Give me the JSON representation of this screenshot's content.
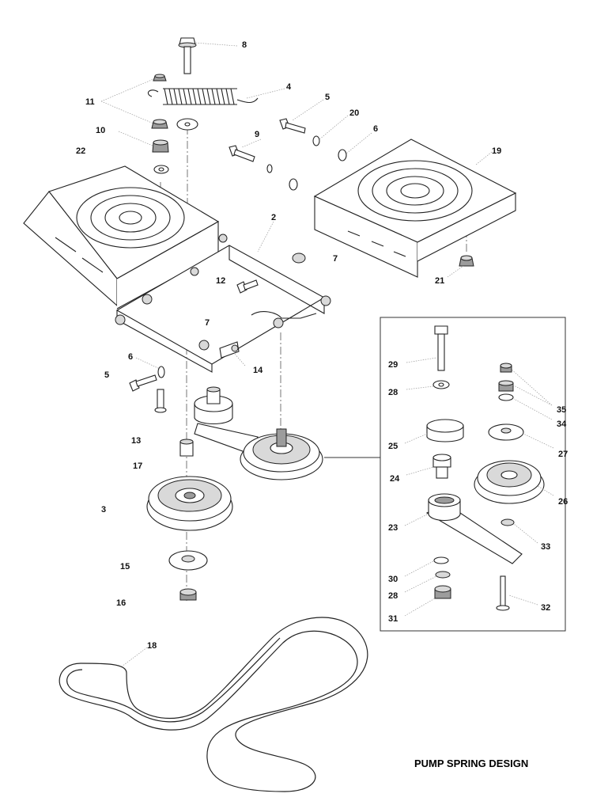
{
  "caption": "PUMP SPRING DESIGN",
  "labels": {
    "l8": "8",
    "l4": "4",
    "l11": "11",
    "l5a": "5",
    "l20": "20",
    "l10": "10",
    "l9": "9",
    "l6a": "6",
    "l22": "22",
    "l19": "19",
    "l2": "2",
    "l7a": "7",
    "l12": "12",
    "l7b": "7",
    "l21": "21",
    "l6b": "6",
    "l14": "14",
    "l5b": "5",
    "l13": "13",
    "l17": "17",
    "l3": "3",
    "l15": "15",
    "l16": "16",
    "l18": "18",
    "l29": "29",
    "l28a": "28",
    "l35": "35",
    "l34": "34",
    "l25": "25",
    "l27": "27",
    "l24": "24",
    "l26": "26",
    "l23": "23",
    "l33": "33",
    "l30": "30",
    "l28b": "28",
    "l31": "31",
    "l32": "32"
  }
}
